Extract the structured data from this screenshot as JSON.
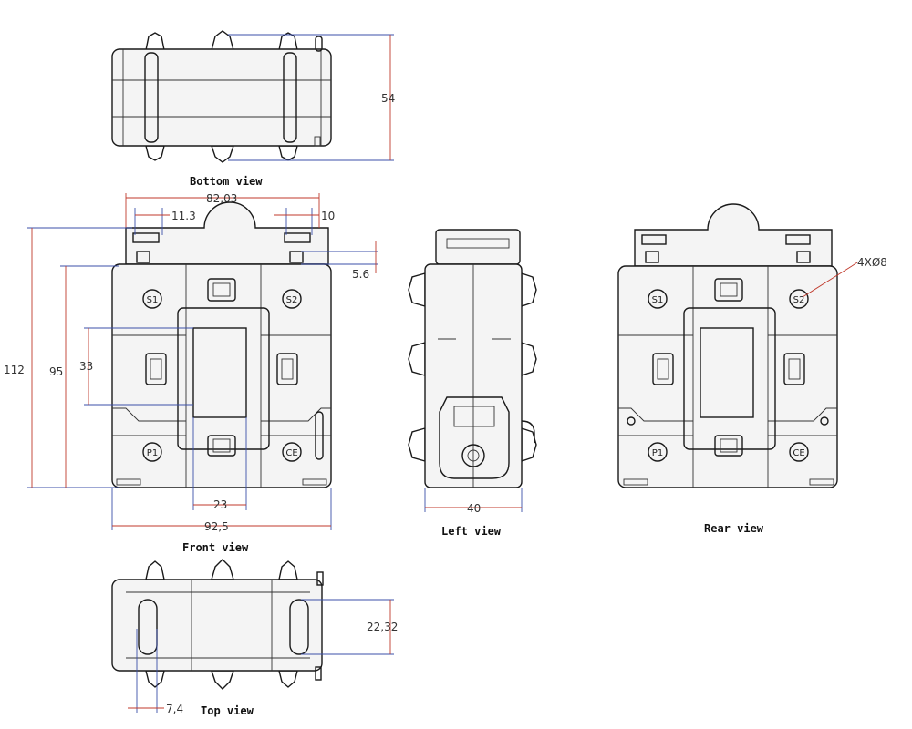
{
  "views": {
    "bottom": "Bottom view",
    "front": "Front view",
    "left": "Left view",
    "rear": "Rear view",
    "top": "Top view"
  },
  "dimensions": {
    "bottom_height": "54",
    "front_width_top": "82,03",
    "front_slot_left": "11.3",
    "front_slot_right": "10",
    "front_step": "5.6",
    "front_height_total": "112",
    "front_height_body": "95",
    "front_window_height": "33",
    "front_window_width": "23",
    "front_width_total": "92,5",
    "left_depth": "40",
    "rear_holes": "4XØ8",
    "top_height": "22,32",
    "top_offset": "7,4"
  },
  "markings": {
    "s1": "S1",
    "s2": "S2",
    "p1": "P1",
    "ce": "CE"
  }
}
